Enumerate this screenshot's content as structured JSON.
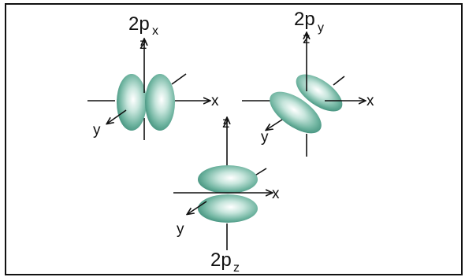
{
  "diagram": {
    "orbitals": [
      {
        "id": "px",
        "main": "2p",
        "sub": "x",
        "axes": {
          "z": "z",
          "x": "x",
          "y": "y"
        }
      },
      {
        "id": "py",
        "main": "2p",
        "sub": "y",
        "axes": {
          "z": "z",
          "x": "x",
          "y": "y"
        }
      },
      {
        "id": "pz",
        "main": "2p",
        "sub": "z",
        "axes": {
          "z": "z",
          "x": "x",
          "y": "y"
        }
      }
    ]
  },
  "colors": {
    "lobe_light": "#ffffff",
    "lobe_mid": "#9fd0c2",
    "lobe_dark": "#3f8e7a",
    "line": "#111111"
  }
}
